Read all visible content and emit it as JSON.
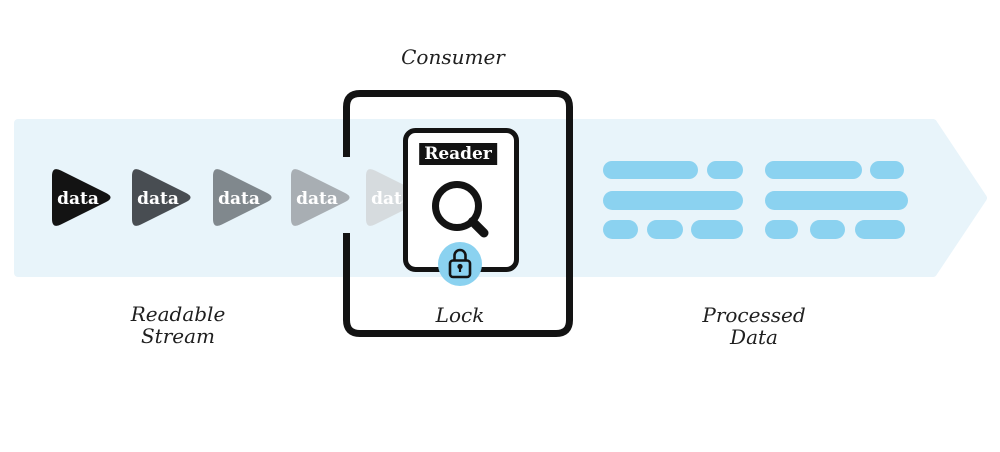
{
  "colors": {
    "band": "#e8f4fa",
    "pill": "#8bd2f0",
    "lock_badge": "#8bd2f0",
    "outline": "#131313",
    "label_text": "#1f1f1f",
    "chunk_text": "#ffffff"
  },
  "stream": {
    "label_line1": "Readable",
    "label_line2": "Stream",
    "items": [
      {
        "label": "data",
        "color": "#131313"
      },
      {
        "label": "data",
        "color": "#484d52"
      },
      {
        "label": "data",
        "color": "#80888d"
      },
      {
        "label": "data",
        "color": "#a8aeb3"
      },
      {
        "label": "data",
        "color": "#d6dbde"
      }
    ]
  },
  "consumer": {
    "label": "Consumer",
    "reader_label": "Reader",
    "lock_label": "Lock"
  },
  "processed": {
    "label_line1": "Processed",
    "label_line2": "Data"
  }
}
